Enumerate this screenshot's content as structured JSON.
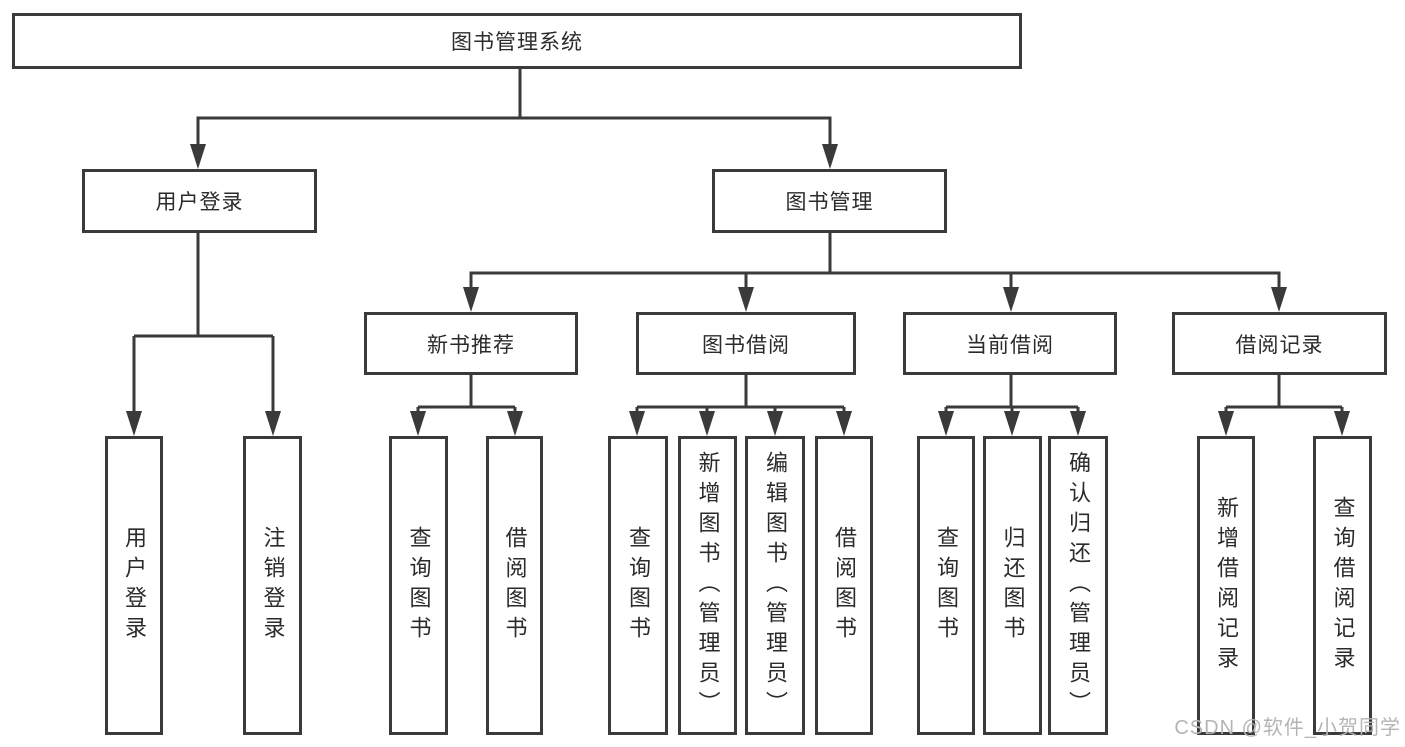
{
  "tree": {
    "root": "图书管理系统",
    "branches": [
      {
        "label": "用户登录",
        "children": [
          "用户登录",
          "注销登录"
        ]
      },
      {
        "label": "图书管理",
        "sections": [
          {
            "label": "新书推荐",
            "children": [
              "查询图书",
              "借阅图书"
            ]
          },
          {
            "label": "图书借阅",
            "children": [
              "查询图书",
              "新增图书（管理员）",
              "编辑图书（管理员）",
              "借阅图书"
            ]
          },
          {
            "label": "当前借阅",
            "children": [
              "查询图书",
              "归还图书",
              "确认归还（管理员）"
            ]
          },
          {
            "label": "借阅记录",
            "children": [
              "新增借阅记录",
              "查询借阅记录"
            ]
          }
        ]
      }
    ]
  },
  "watermark": {
    "text": "CSDN @软件_小贺同学"
  },
  "colors": {
    "line": "#3a3a3a",
    "text": "#2b2b2b",
    "background": "#ffffff",
    "watermark": "#b5b5b5"
  }
}
